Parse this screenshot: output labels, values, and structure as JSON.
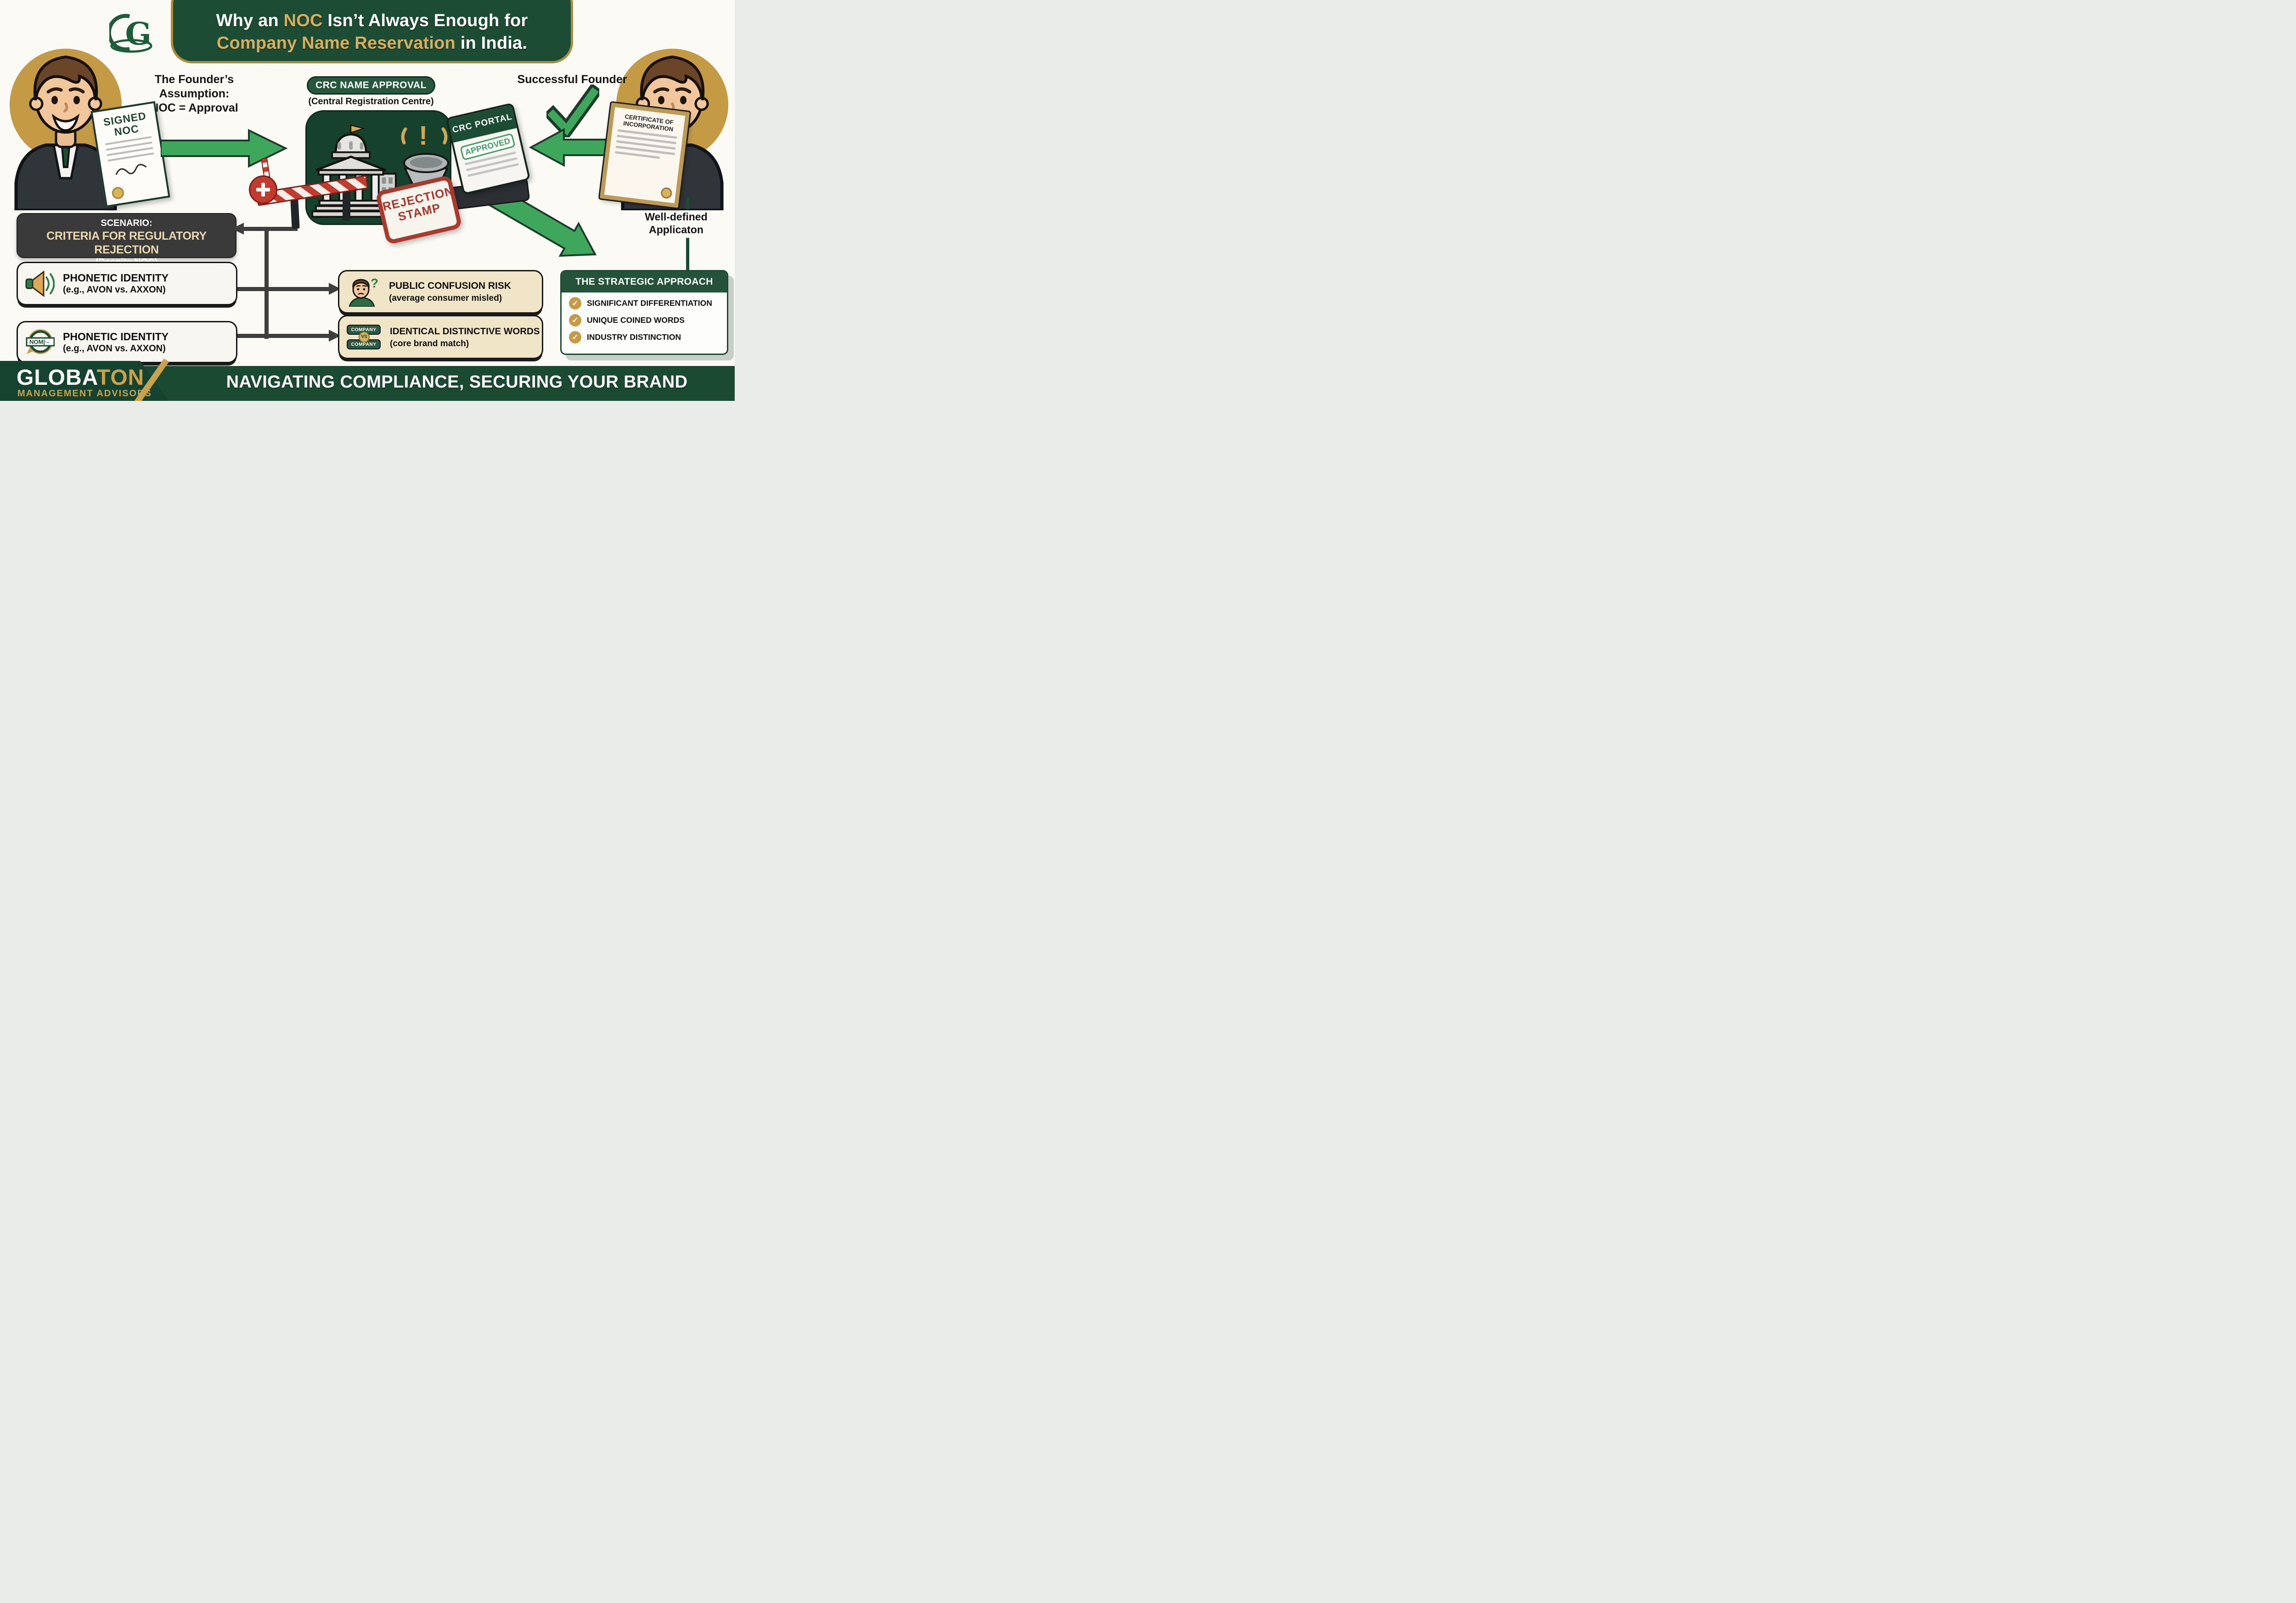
{
  "header": {
    "title_line1": {
      "pre": "Why an ",
      "highlight": "NOC",
      "post": " Isn’t Always Enough for"
    },
    "title_line2": {
      "highlight": "Company Name Reservation",
      "post": " in India."
    }
  },
  "logo": {
    "letter": "G",
    "icon": "globaton-g-logo-icon"
  },
  "founder_left": {
    "assumption_line1": "The Founder’s Assumption:",
    "assumption_line2": "NOC = Approval",
    "doc_line1": "SIGNED",
    "doc_line2": "NOC"
  },
  "crc": {
    "pill_label": "CRC NAME APPROVAL",
    "subtitle": "(Central Registration Centre)",
    "portal_label": "CRC PORTAL",
    "approved_label": "APPROVED",
    "stamp_line1": "REJECTION",
    "stamp_line2": "STAMP"
  },
  "founder_right": {
    "label": "Successful Founder",
    "cert_line1": "CERTIFICATE OF",
    "cert_line2": "INCORPORATION",
    "well_line1": "Well-defined",
    "well_line2": "Applicaton"
  },
  "scenario_box": {
    "line1": "SCENARIO:",
    "line2": "CRITERIA FOR REGULATORY REJECTION",
    "line3": "(Despite NOC)"
  },
  "rejection_criteria": [
    {
      "icon": "speaker-icon",
      "title": "PHONETIC IDENTITY",
      "subtitle": "(e.g., AVON vs. AXXON)"
    },
    {
      "icon": "nomi-badge-icon",
      "badge_text": "NOM|·-",
      "title": "PHONETIC IDENTITY",
      "subtitle": "(e.g., AVON vs. AXXON)"
    }
  ],
  "risk_boxes": [
    {
      "icon": "confused-person-icon",
      "title": "PUBLIC CONFUSION RISK",
      "subtitle": "(average consumer misled)"
    },
    {
      "icon": "company-vs-company-icon",
      "pill_top": "COMPANY",
      "vs": "VS",
      "pill_bottom": "COMPANY",
      "title": "IDENTICAL DISTINCTIVE WORDS",
      "subtitle": "(core brand match)"
    }
  ],
  "strategy": {
    "header": "THE STRATEGIC APPROACH",
    "items": [
      "SIGNIFICANT DIFFERENTIATION",
      "UNIQUE COINED WORDS",
      "INDUSTRY DISTINCTION"
    ]
  },
  "footer": {
    "brand_white": "GLOBA",
    "brand_gold": "TON",
    "brand_subtitle": "MANAGEMENT ADVISORS",
    "tagline": "NAVIGATING COMPLIANCE, SECURING YOUR BRAND"
  },
  "colors": {
    "dark_green": "#1d4c35",
    "panel_green": "#16422d",
    "gold": "#c9a24b",
    "title_gold": "#d8ae5d",
    "cream": "#f1e5c7",
    "charcoal": "#3a3a3a",
    "arrow_green": "#3fa75c",
    "stamp_red": "#a93a2e",
    "barrier_red": "#c23b2e"
  }
}
